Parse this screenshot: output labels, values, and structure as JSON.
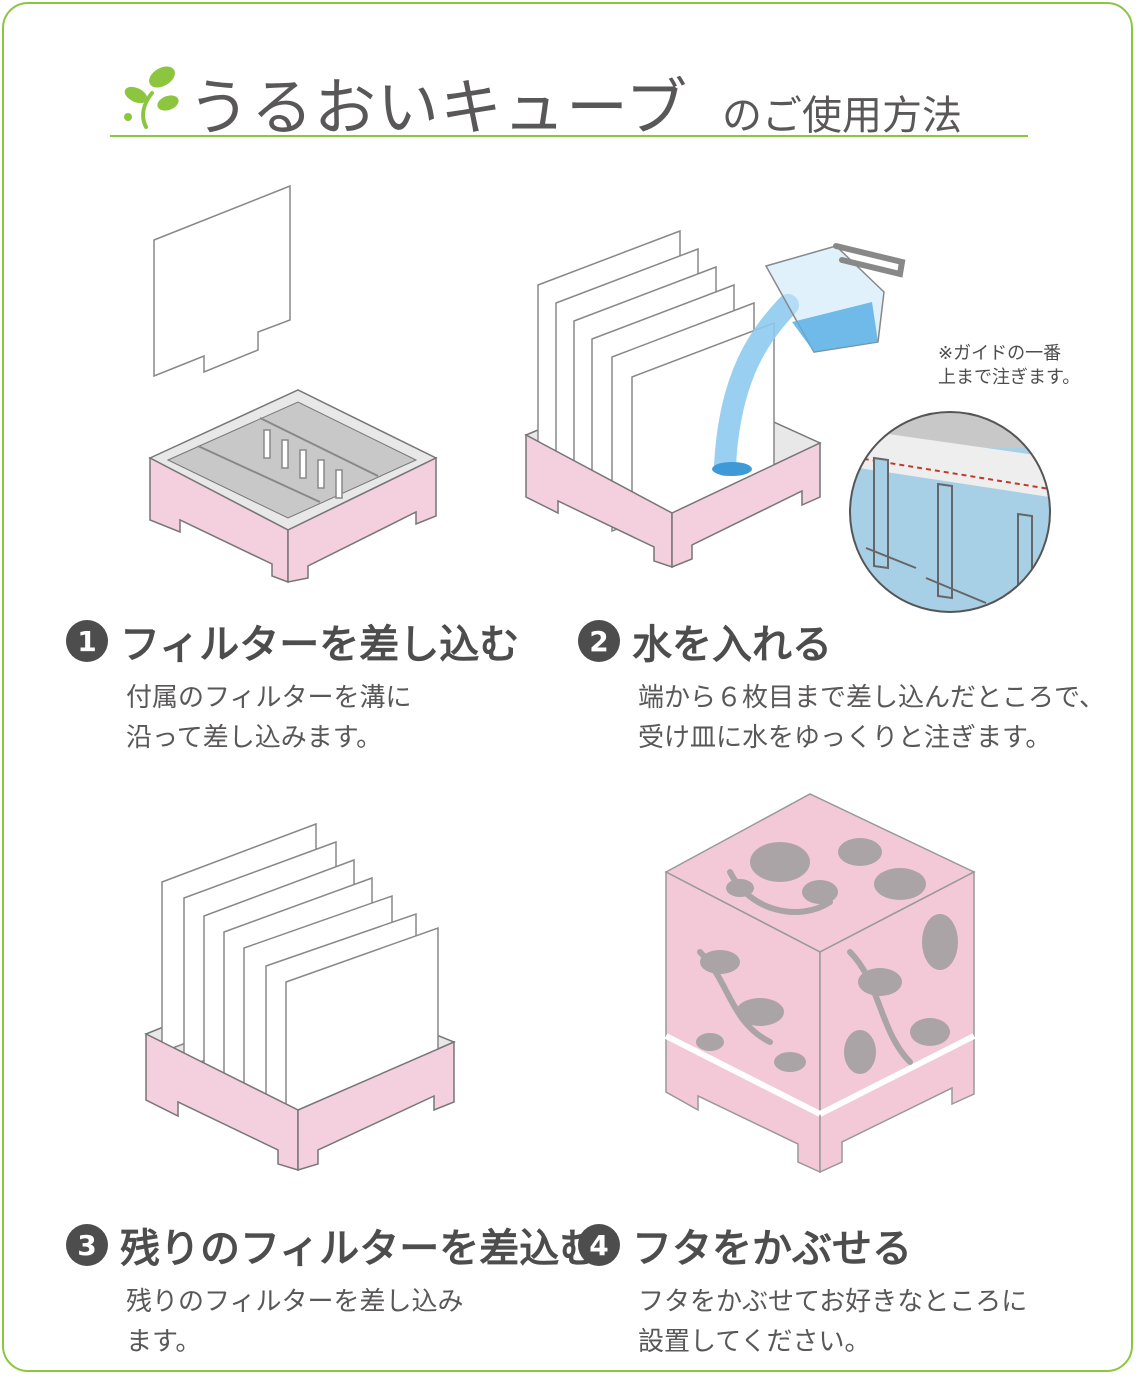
{
  "title": {
    "main": "うるおいキューブ",
    "sub": "のご使用方法"
  },
  "note": "※ガイドの一番\n上まで注ぎます。",
  "steps": [
    {
      "num": "1",
      "title": "フィルターを差し込む",
      "desc": "付属のフィルターを溝に\n沿って差し込みます。"
    },
    {
      "num": "2",
      "title": "水を入れる",
      "desc": "端から６枚目まで差し込んだところで、\n受け皿に水をゆっくりと注ぎます。"
    },
    {
      "num": "3",
      "title": "残りのフィルターを差込む",
      "desc": "残りのフィルターを差し込み\nます。"
    },
    {
      "num": "4",
      "title": "フタをかぶせる",
      "desc": "フタをかぶせてお好きなところに\n設置してください。"
    }
  ],
  "colors": {
    "border": "#8cc63f",
    "tray_pink": "#f4cfdd",
    "tray_inner": "#c8c8c8",
    "water": "#5bb0e4",
    "cube_pink": "#f3c9d8",
    "pattern_gray": "#aaa4a6",
    "text": "#4d4d4d"
  },
  "icons": [
    "sprout-icon"
  ]
}
